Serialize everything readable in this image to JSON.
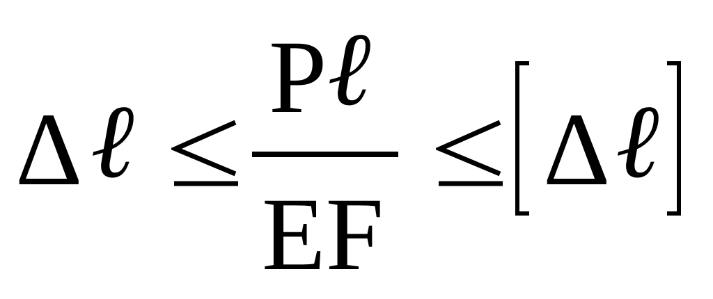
{
  "formula": {
    "lhs": {
      "delta": "Δ",
      "ell": "ℓ"
    },
    "relation_1": "≤",
    "fraction": {
      "numerator": {
        "P": "P",
        "ell": "ℓ"
      },
      "denominator": "EF"
    },
    "relation_2": "≤",
    "rhs": {
      "open_bracket": "[",
      "delta": "Δ",
      "ell": "ℓ",
      "close_bracket": "]"
    }
  }
}
